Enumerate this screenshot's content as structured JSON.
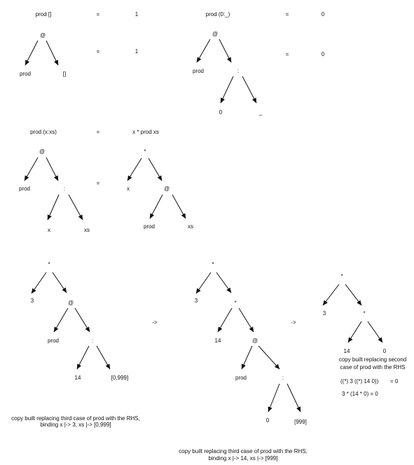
{
  "eq1": {
    "lhs": "prod []",
    "eq": "=",
    "rhs": "1",
    "tree_root": "@",
    "tree_left": "prod",
    "tree_right": "[]",
    "tree_eq": "=",
    "tree_rhs": "1"
  },
  "eq2": {
    "lhs": "prod (0:_)",
    "eq": "=",
    "rhs": "0",
    "tree_root": "@",
    "tree_left": "prod",
    "tree_cons": ":",
    "tree_head": "0",
    "tree_tail": "_",
    "tree_eq": "=",
    "tree_rhs": "0"
  },
  "eq3": {
    "lhs": "prod (x:xs)",
    "eq": "=",
    "rhs": "x * prod xs",
    "lhs_root": "@",
    "lhs_left": "prod",
    "lhs_cons": ":",
    "lhs_head": "x",
    "lhs_tail": "xs",
    "tree_eq": "=",
    "rhs_root": "*",
    "rhs_left": "x",
    "rhs_app": "@",
    "rhs_app_left": "prod",
    "rhs_app_right": "xs"
  },
  "reduction": {
    "tree1": {
      "root": "*",
      "left": "3",
      "app": "@",
      "prod": "prod",
      "cons": ":",
      "head": "14",
      "tail": "[0,999]"
    },
    "arrow1": "->",
    "tree2": {
      "root": "*",
      "left": "3",
      "mul": "*",
      "mul_left": "14",
      "app": "@",
      "prod": "prod",
      "cons": ":",
      "head": "0",
      "tail": "[999]"
    },
    "arrow2": "->",
    "tree3": {
      "root": "*",
      "left": "3",
      "mul": "*",
      "mul_left": "14",
      "mul_right": "0"
    },
    "caption1_line1": "copy built replacing third case of prod with the RHS,",
    "caption1_line2": "binding x |-> 3, xs |-> [0,999]",
    "caption2_line1": "copy built replacing third case of prod with the RHS,",
    "caption2_line2": "binding x |-> 14, xs |-> [999]",
    "caption3_line1": "copy built replacing second",
    "caption3_line2": "case of prod with the RHS",
    "result_prefix": "((*) 3 ((*) 14 0))",
    "result_eq1": "= 0",
    "result_infix": "3 * (14 * 0) = 0"
  }
}
